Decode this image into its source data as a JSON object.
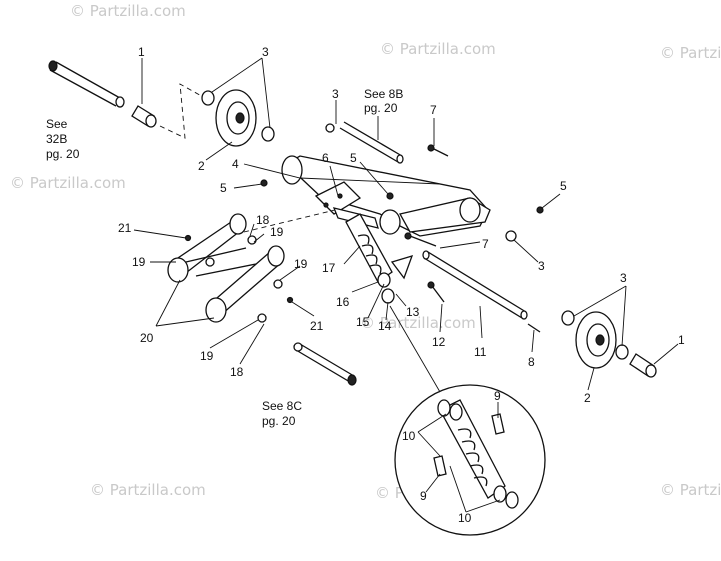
{
  "watermark": "© Partzilla.com",
  "notes": {
    "see_32b": [
      "See",
      "32B",
      "pg. 20"
    ],
    "see_8b": [
      "See 8B",
      "pg. 20"
    ],
    "see_8c": [
      "See 8C",
      "pg. 20"
    ]
  },
  "callouts": {
    "c1a": "1",
    "c3a": "3",
    "c2a": "2",
    "c3b": "3",
    "c7a": "7",
    "c4": "4",
    "c6": "6",
    "c5a": "5",
    "c5b": "5",
    "c5c": "5",
    "c7b": "7",
    "c3c": "3",
    "c21a": "21",
    "c18a": "18",
    "c19a": "19",
    "c19b": "19",
    "c19c": "19",
    "c17": "17",
    "c16": "16",
    "c15": "15",
    "c14": "14",
    "c13": "13",
    "c20": "20",
    "c21b": "21",
    "c19d": "19",
    "c18b": "18",
    "c12": "12",
    "c11": "11",
    "c8": "8",
    "c3d": "3",
    "c1b": "1",
    "c2b": "2",
    "c9a": "9",
    "c10a": "10",
    "c9b": "9",
    "c10b": "10"
  }
}
